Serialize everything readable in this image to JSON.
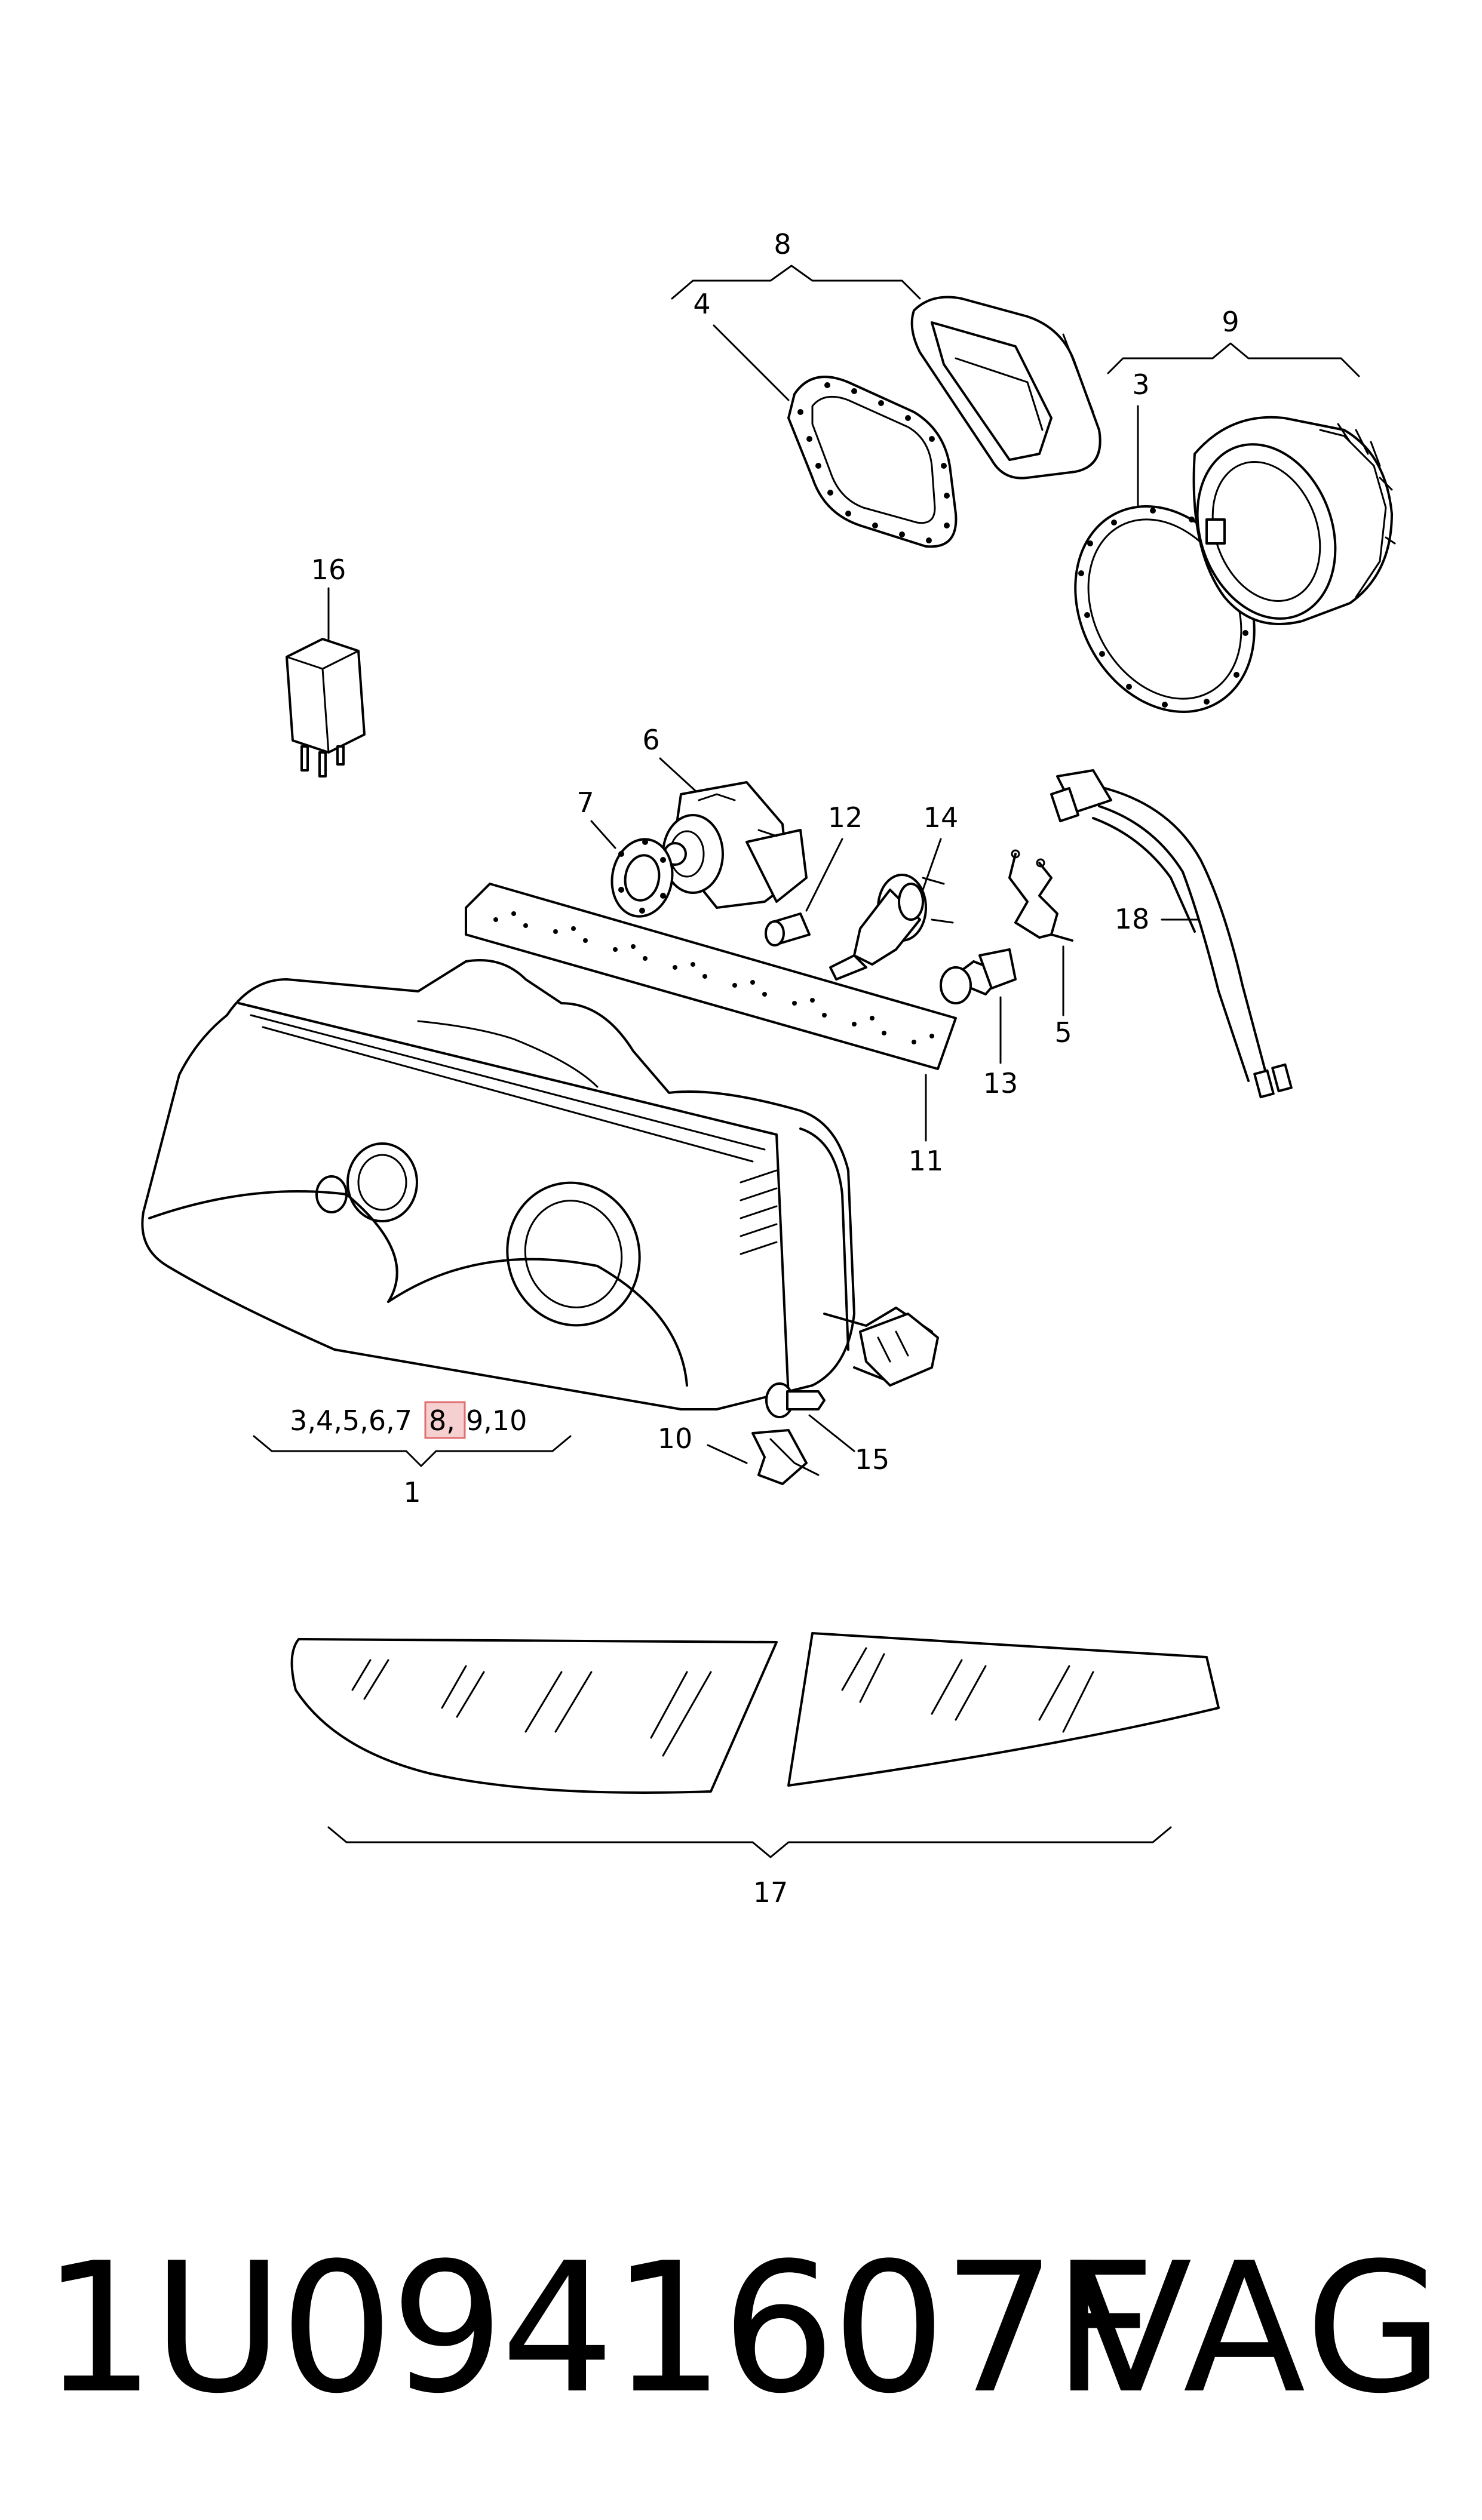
{
  "labels": {
    "l1": "1",
    "l3_top": "3",
    "l4": "4",
    "l5": "5",
    "l6": "6",
    "l7": "7",
    "l8": "8",
    "l9": "9",
    "l10": "10",
    "l11": "11",
    "l12": "12",
    "l13": "13",
    "l14": "14",
    "l15": "15",
    "l16": "16",
    "l17": "17",
    "l18": "18",
    "group_prefix": "3,4,5,6,7",
    "group_highlight": "8,",
    "group_suffix": "9,10"
  },
  "footer": {
    "part_number": "1U0941607F",
    "brand": "VAG"
  },
  "highlight_color": "#f6d0d0"
}
